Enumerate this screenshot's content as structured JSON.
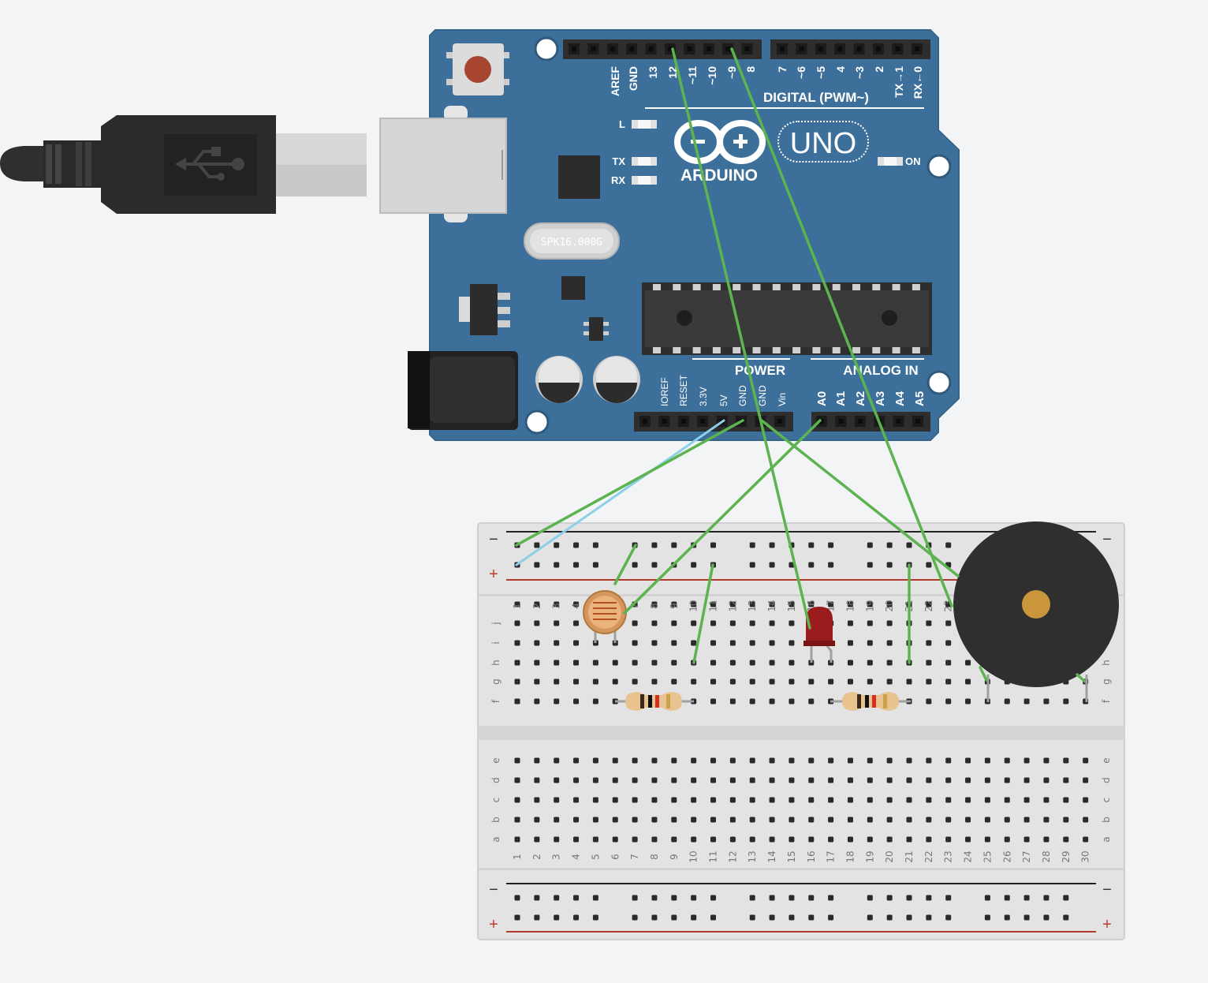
{
  "colors": {
    "board": "#3c6f99",
    "board_edge": "#2f5a7e",
    "wire_green": "#5cb34f",
    "wire_blue": "#8ccfe8",
    "header": "#2e2e2e",
    "breadboard": "#e3e3e3",
    "rail_red": "#c0392b",
    "rail_black": "#222222"
  },
  "usb_cable": {
    "icon": "usb-icon"
  },
  "board": {
    "crystal_label": "SPK16.000G",
    "logo_text": "ARDUINO",
    "model": "UNO",
    "led_l": "L",
    "led_tx": "TX",
    "led_rx": "RX",
    "led_on": "ON",
    "digital_title": "DIGITAL (PWM~)",
    "power_title": "POWER",
    "analog_title": "ANALOG IN",
    "digital_pins": [
      "AREF",
      "GND",
      "13",
      "12",
      "~11",
      "~10",
      "~9",
      "8",
      "7",
      "~6",
      "~5",
      "4",
      "~3",
      "2",
      "TX→1",
      "RX←0"
    ],
    "power_pins": [
      "IOREF",
      "RESET",
      "3.3V",
      "5V",
      "GND",
      "GND",
      "Vin"
    ],
    "analog_pins": [
      "A0",
      "A1",
      "A2",
      "A3",
      "A4",
      "A5"
    ]
  },
  "breadboard": {
    "columns": [
      "1",
      "2",
      "3",
      "4",
      "5",
      "6",
      "7",
      "8",
      "9",
      "10",
      "11",
      "12",
      "13",
      "14",
      "15",
      "16",
      "17",
      "18",
      "19",
      "20",
      "21",
      "22",
      "23",
      "24",
      "25",
      "26",
      "27",
      "28",
      "29",
      "30"
    ],
    "top_rows": [
      "j",
      "i",
      "h",
      "g",
      "f"
    ],
    "bottom_rows": [
      "e",
      "d",
      "c",
      "b",
      "a"
    ],
    "rail_minus": "−",
    "rail_plus": "+"
  },
  "components": [
    {
      "type": "photoresistor",
      "icon": "photoresistor-icon"
    },
    {
      "type": "led",
      "color": "#9b1c1c",
      "icon": "led-icon"
    },
    {
      "type": "resistor",
      "icon": "resistor-icon"
    },
    {
      "type": "resistor",
      "icon": "resistor-icon"
    },
    {
      "type": "piezo-buzzer",
      "icon": "buzzer-icon"
    }
  ]
}
